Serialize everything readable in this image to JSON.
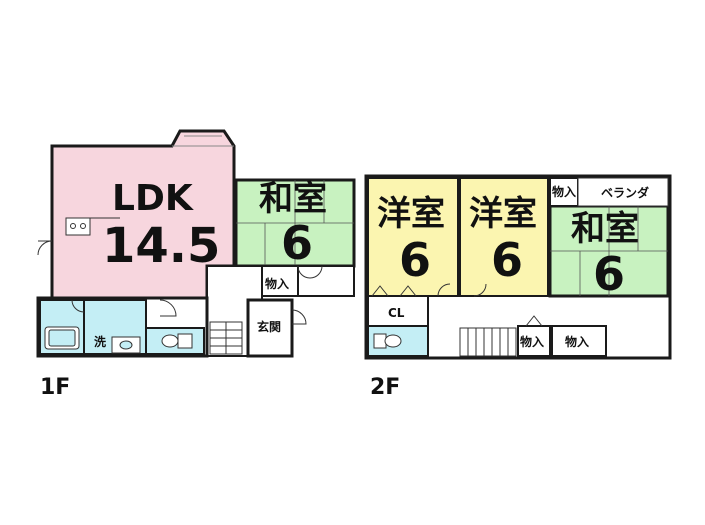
{
  "floor1": {
    "label": "1F",
    "ldk": {
      "name": "LDK",
      "size": "14.5"
    },
    "washitsu": {
      "name": "和室",
      "size": "6"
    },
    "storage": "物入",
    "entrance": "玄関",
    "washroom": "洗"
  },
  "floor2": {
    "label": "2F",
    "western1": {
      "name": "洋室",
      "size": "6"
    },
    "western2": {
      "name": "洋室",
      "size": "6"
    },
    "washitsu": {
      "name": "和室",
      "size": "6"
    },
    "closet": "CL",
    "storage_top": "物入",
    "storage_bottom1": "物入",
    "storage_bottom2": "物入",
    "balcony": "ベランダ"
  },
  "colors": {
    "ldk": "#f7d6de",
    "washitsu": "#c8f2c0",
    "western": "#fbf5b0",
    "water": "#c4eef5",
    "wall": "#1a1a1a"
  }
}
